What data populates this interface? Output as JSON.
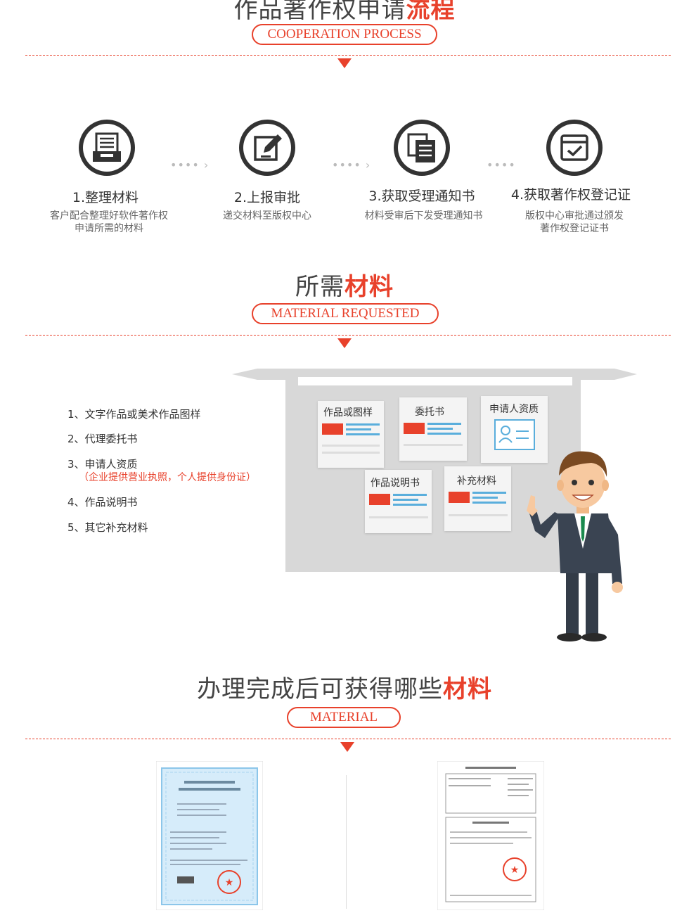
{
  "section1": {
    "title_plain": "作品著作权申请",
    "title_red": "流程",
    "pill": "COOPERATION PROCESS"
  },
  "steps": [
    {
      "title": "1.整理材料",
      "desc_line1": "客户配合整理好软件著作权",
      "desc_line2": "申请所需的材料",
      "icon": "document-tray-icon"
    },
    {
      "title": "2.上报审批",
      "desc_line1": "递交材料至版权中心",
      "desc_line2": "",
      "icon": "edit-icon"
    },
    {
      "title": "3.获取受理通知书",
      "desc_line1": "材料受审后下发受理通知书",
      "desc_line2": "",
      "icon": "documents-icon"
    },
    {
      "title": "4.获取著作权登记证",
      "desc_line1": "版权中心审批通过颁发",
      "desc_line2": "著作权登记证书",
      "icon": "calendar-check-icon"
    }
  ],
  "section2": {
    "title_plain": "所需",
    "title_red": "材料",
    "pill": "MATERIAL REQUESTED",
    "list": [
      "1、文字作品或美术作品图样",
      "2、代理委托书",
      "3、申请人资质",
      "4、作品说明书",
      "5、其它补充材料"
    ],
    "note": "（企业提供营业执照，个人提供身份证）",
    "cards": [
      "作品或图样",
      "委托书",
      "申请人资质",
      "作品说明书",
      "补充材料"
    ]
  },
  "section3": {
    "title_plain": "办理完成后可获得哪些",
    "title_red": "材料",
    "pill": "MATERIAL"
  },
  "colors": {
    "accent": "#e8412b",
    "dark": "#333333",
    "blue": "#5aaedc"
  }
}
